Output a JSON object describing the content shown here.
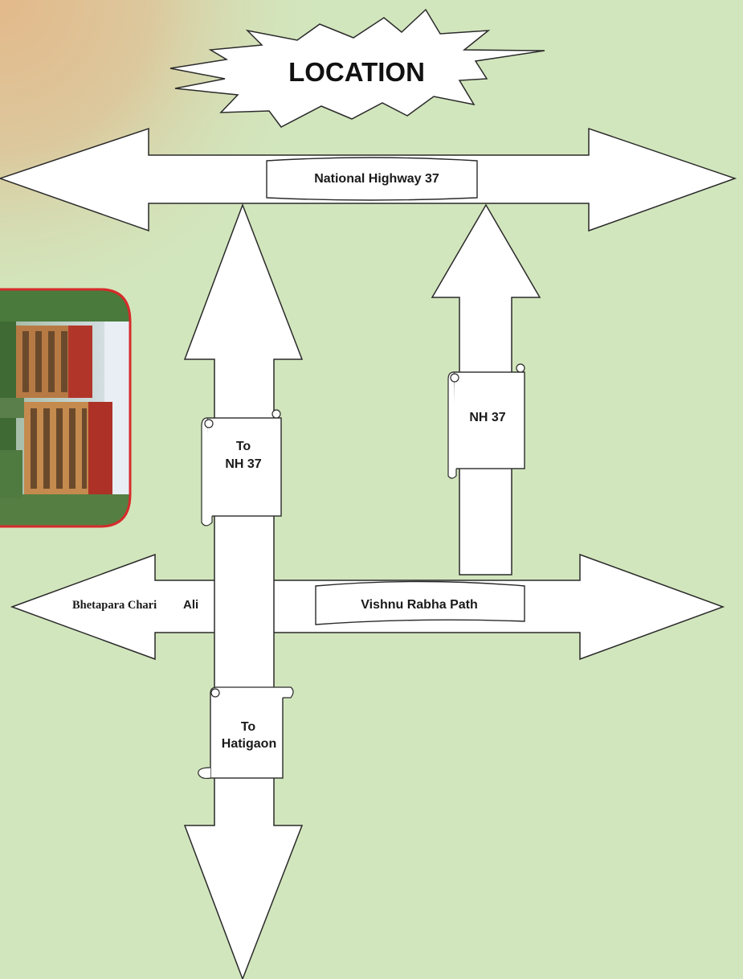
{
  "title": "LOCATION",
  "roads": {
    "top_highway": "National Highway 37",
    "right_vertical": "NH 37",
    "main_vertical_up": [
      "To",
      "NH 37"
    ],
    "main_vertical_down": [
      "To",
      "Hatigaon"
    ],
    "horizontal_left": "Bhetapara Chari",
    "horizontal_left_suffix": "Ali",
    "horizontal_right": "Vishnu Rabha Path"
  },
  "photo": {
    "icon": "building-photo",
    "subject": "residential-towers"
  },
  "colors": {
    "background": "#d2e6bd",
    "corner_glow": "#e3b98a",
    "arrow_fill": "#ffffff",
    "photo_border": "#d62b2b"
  }
}
